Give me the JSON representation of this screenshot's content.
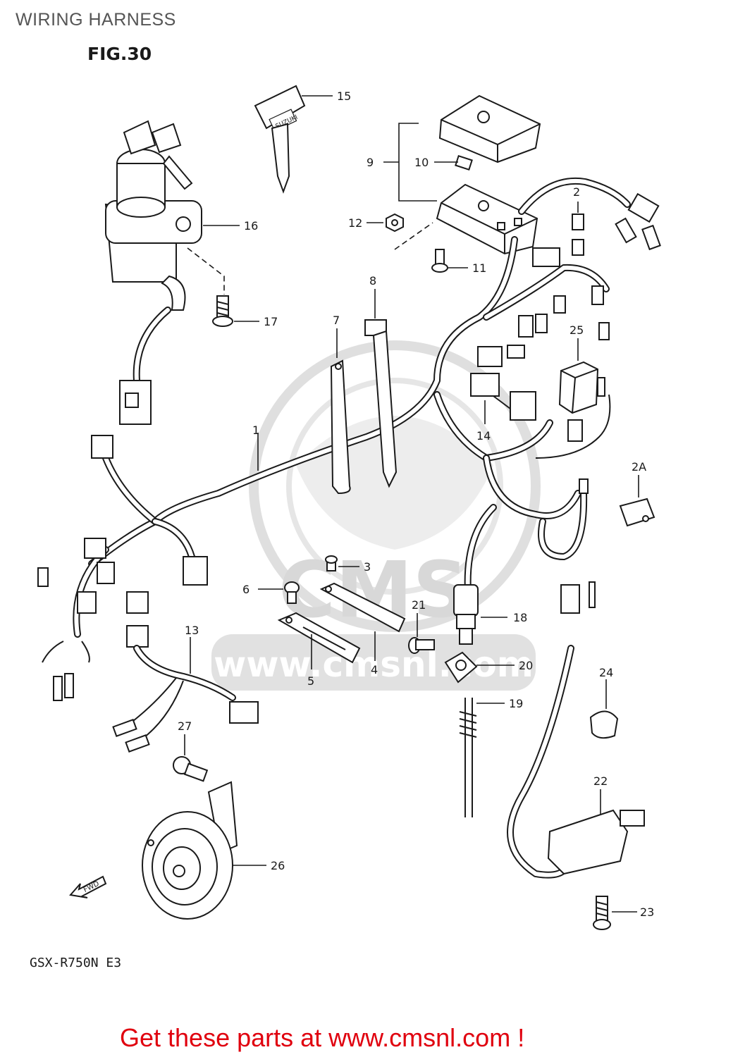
{
  "title": "WIRING HARNESS",
  "figure": "FIG.30",
  "model": "GSX-R750N E3",
  "fwd_label": "FWD",
  "keyfob_text": "SUZUKI",
  "watermark": "www.cmsnl.com",
  "watermark_logo": "CMS",
  "footer": "Get these parts at www.cmsnl.com !",
  "callouts": {
    "c1": "1",
    "c2": "2",
    "c2A": "2A",
    "c3": "3",
    "c4": "4",
    "c5": "5",
    "c6": "6",
    "c7": "7",
    "c8": "8",
    "c9": "9",
    "c10": "10",
    "c11": "11",
    "c12": "12",
    "c13": "13",
    "c14": "14",
    "c15": "15",
    "c16": "16",
    "c17": "17",
    "c18": "18",
    "c19": "19",
    "c20": "20",
    "c21": "21",
    "c22": "22",
    "c23": "23",
    "c24": "24",
    "c25": "25",
    "c26": "26",
    "c27": "27"
  },
  "colors": {
    "ink": "#1a1a1a",
    "footer": "#e0000e",
    "watermark": "#d9d9d9",
    "title": "#555555"
  }
}
